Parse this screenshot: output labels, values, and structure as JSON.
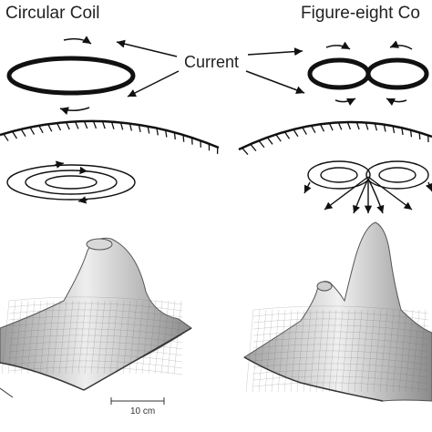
{
  "figure": {
    "left_title": "Circular Coil",
    "right_title": "Figure-eight Co",
    "current_label": "Current",
    "scale_label": "10 cm"
  },
  "colors": {
    "ink": "#111111",
    "mesh_light": "#dcdcdc",
    "mesh_dark": "#7a7a7a"
  }
}
